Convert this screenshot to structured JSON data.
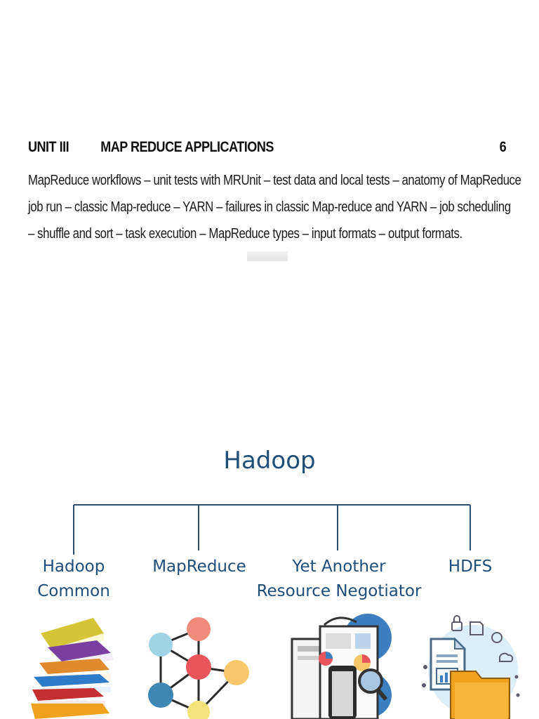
{
  "unit": {
    "number": "UNIT III",
    "title": "MAP REDUCE APPLICATIONS",
    "hours": "6"
  },
  "syllabus_lines": [
    "MapReduce workflows – unit tests with MRUnit – test data and local tests – anatomy of MapReduce",
    "job run – classic Map-reduce – YARN – failures in classic Map-reduce and YARN – job scheduling",
    "– shuffle and sort – task execution – MapReduce types – input formats – output formats."
  ],
  "diagram": {
    "root": "Hadoop",
    "components": [
      {
        "line1": "Hadoop",
        "line2": "Common",
        "icon": "books-icon"
      },
      {
        "line1": "MapReduce",
        "line2": "",
        "icon": "network-icon"
      },
      {
        "line1": "Yet Another",
        "line2": "Resource Negotiator",
        "icon": "resource-icon"
      },
      {
        "line1": "HDFS",
        "line2": "",
        "icon": "files-folder-icon"
      }
    ]
  },
  "colors": {
    "diagram_text": "#1f4e79",
    "connector": "#2f4f6f"
  }
}
